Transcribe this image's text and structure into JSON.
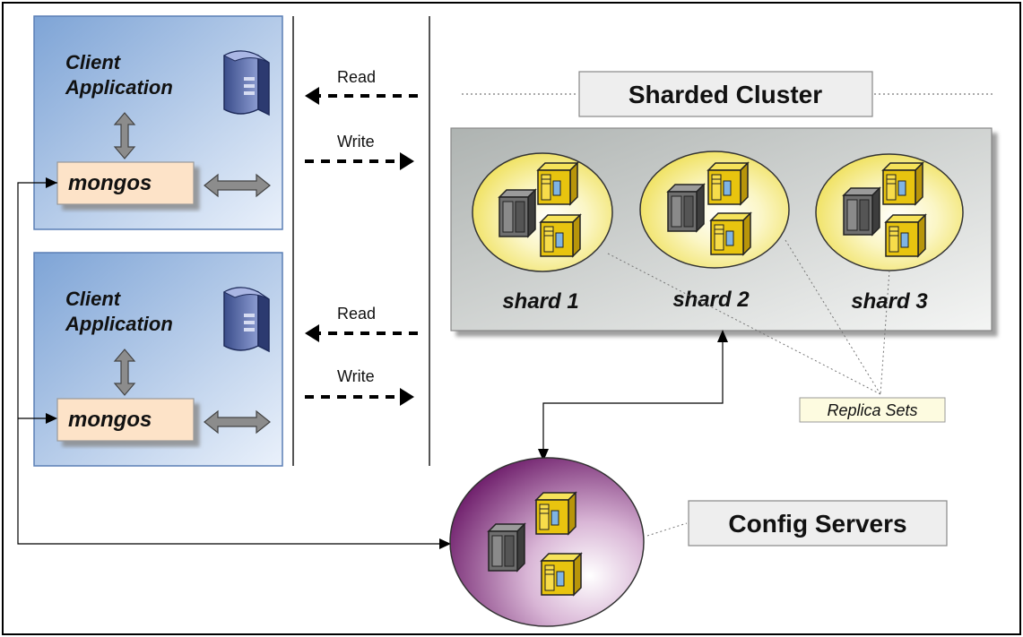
{
  "clients": [
    {
      "title_line1": "Client",
      "title_line2": "Application",
      "router": "mongos",
      "read": "Read",
      "write": "Write"
    },
    {
      "title_line1": "Client",
      "title_line2": "Application",
      "router": "mongos",
      "read": "Read",
      "write": "Write"
    }
  ],
  "cluster": {
    "title": "Sharded Cluster",
    "shards": [
      "shard 1",
      "shard 2",
      "shard 3"
    ]
  },
  "replica_label": "Replica Sets",
  "config_label": "Config Servers",
  "colors": {
    "client_panel": "#9dbde3",
    "mongos_box": "#fde3c8",
    "shard_ellipse": "#f3e96f",
    "config_ellipse": "#7a2a78",
    "server_yellow": "#e8c40f",
    "server_gray": "#6e6e6e"
  },
  "icons": [
    "server-tower-icon",
    "server-cabinet-icon"
  ]
}
